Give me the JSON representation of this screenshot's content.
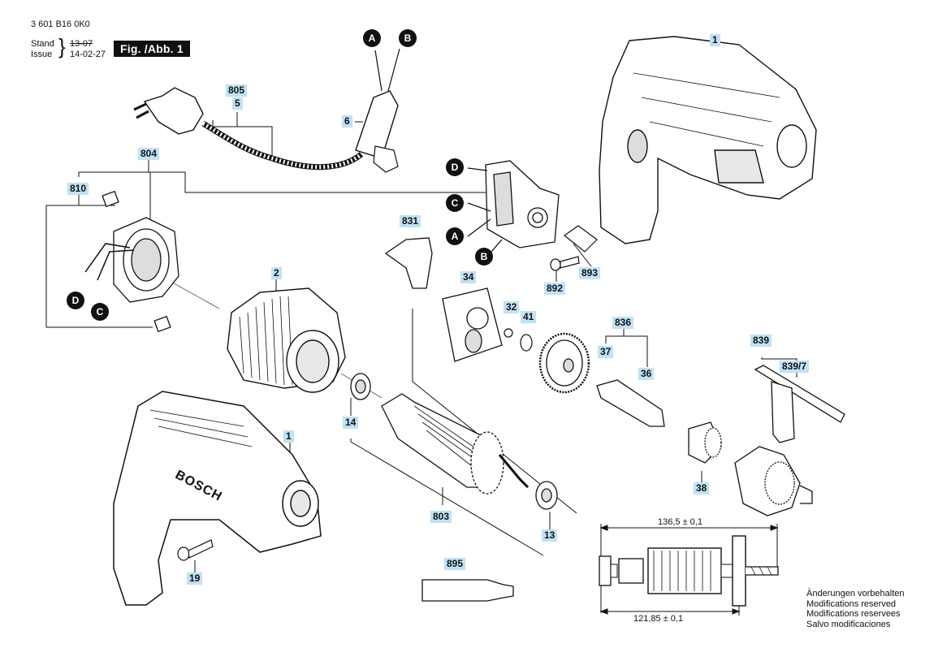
{
  "header": {
    "doc_number": "3 601 B16 0K0",
    "stand_label": "Stand",
    "issue_label": "Issue",
    "stand_value": "13-07",
    "issue_value": "14-02-27",
    "figure_label": "Fig. /Abb. 1"
  },
  "parts": {
    "p1_housing": "1",
    "p1_drill": "1",
    "p2": "2",
    "p5": "5",
    "p6": "6",
    "p13": "13",
    "p14": "14",
    "p19": "19",
    "p32": "32",
    "p34": "34",
    "p36": "36",
    "p37": "37",
    "p38": "38",
    "p41": "41",
    "p803": "803",
    "p804": "804",
    "p805": "805",
    "p810": "810",
    "p831": "831",
    "p836": "836",
    "p839": "839",
    "p839_7": "839/7",
    "p892": "892",
    "p893": "893",
    "p895": "895"
  },
  "markers": {
    "a_top": "A",
    "b_top": "B",
    "d_switch": "D",
    "c_switch": "C",
    "a_switch": "A",
    "b_switch": "B",
    "d_brush": "D",
    "c_brush": "C"
  },
  "brand": "BOSCH",
  "dimensions": {
    "overall": "136,5 ± 0,1",
    "inner": "121,85 ± 0,1"
  },
  "notes": [
    "Änderungen vorbehalten",
    "Modifications reserved",
    "Modifications reservees",
    "Salvo modificaciones"
  ]
}
